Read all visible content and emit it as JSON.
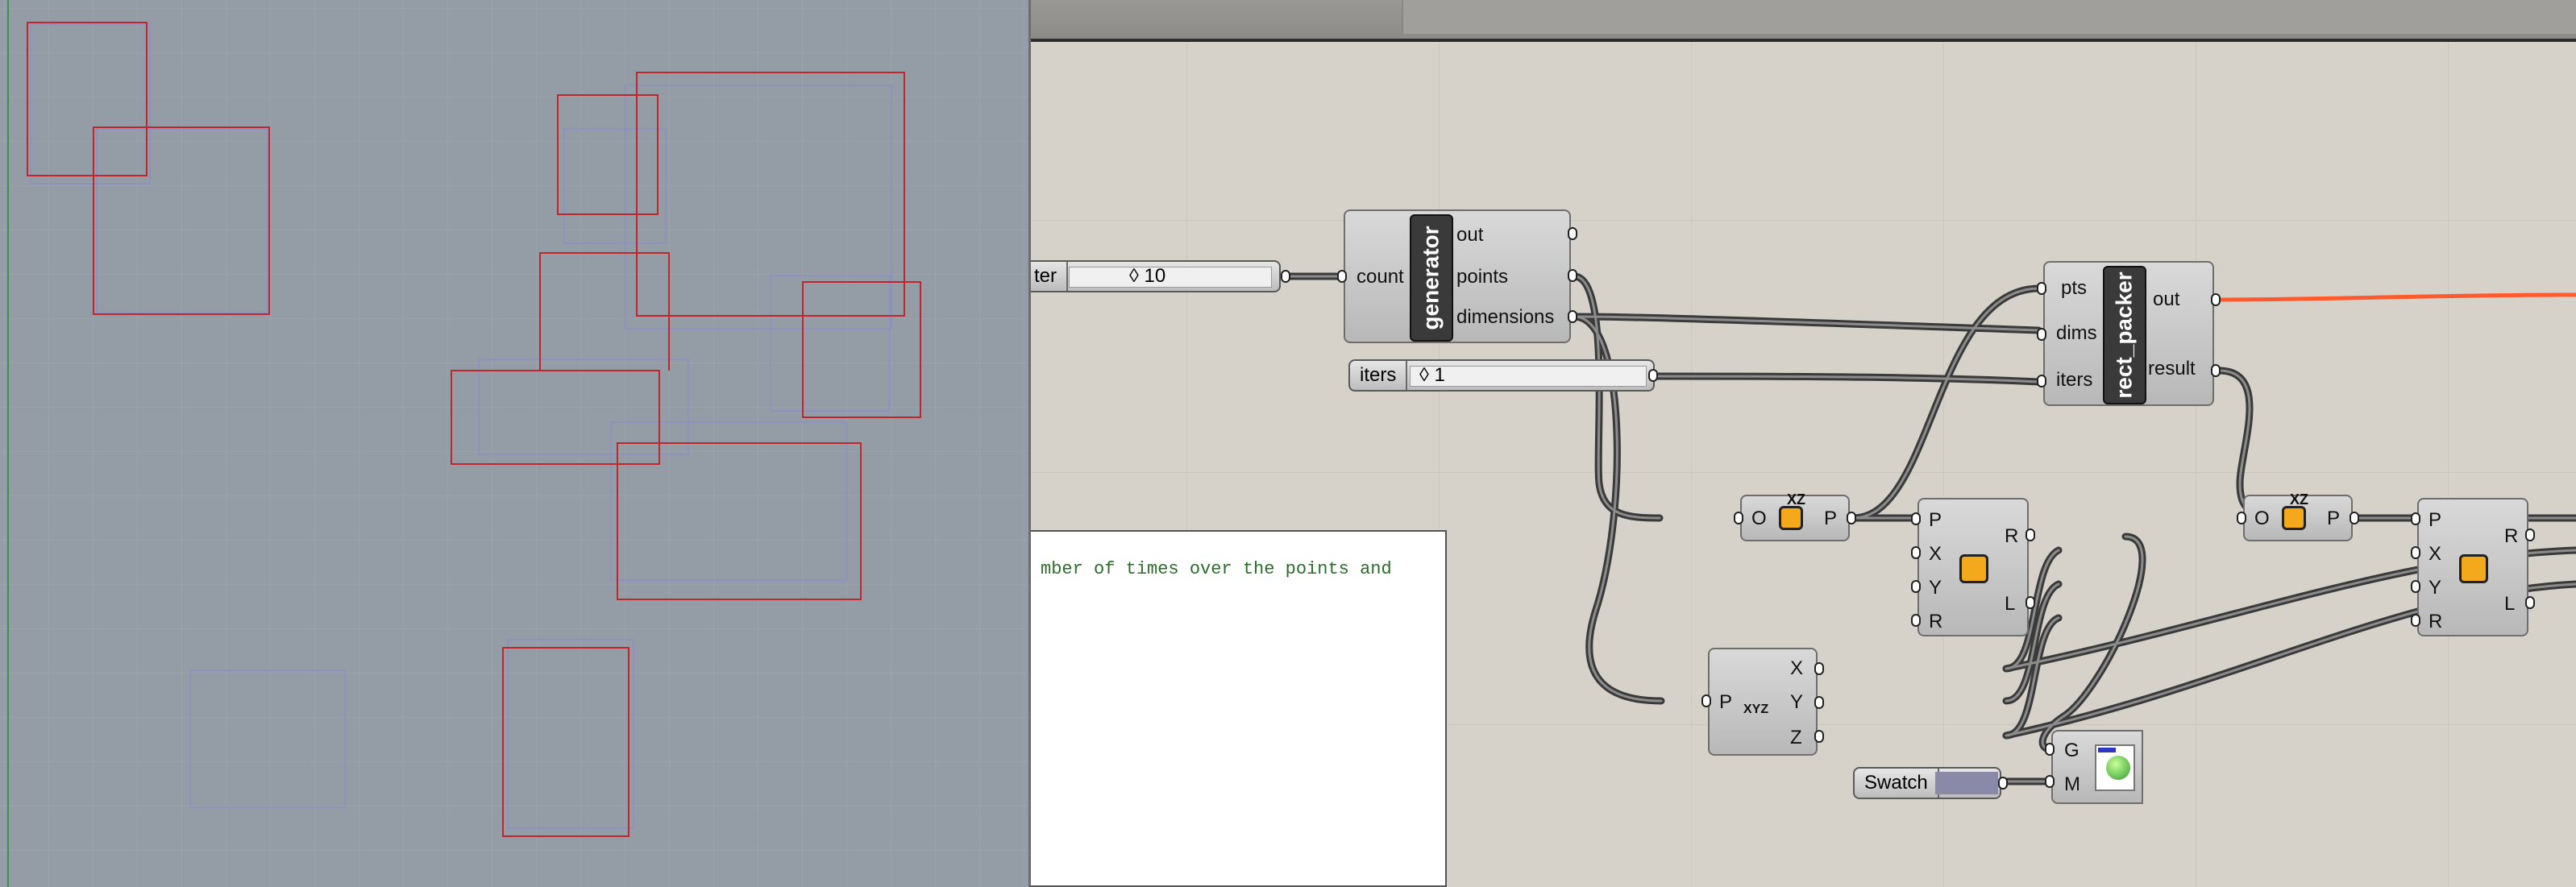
{
  "canvas": {
    "slider_count": {
      "label": "ter",
      "value": "◊ 10"
    },
    "slider_iters": {
      "label": "iters",
      "value": "◊ 1"
    },
    "generator": {
      "name": "generator",
      "input": "count",
      "outputs": [
        "out",
        "points",
        "dimensions"
      ]
    },
    "rect_packer": {
      "name": "rect_packer",
      "inputs": [
        "pts",
        "dims",
        "iters"
      ],
      "outputs": [
        "out",
        "result"
      ]
    },
    "plane1": {
      "in": "O",
      "out": "P",
      "tag": "XZ"
    },
    "plane2": {
      "in": "O",
      "out": "P",
      "tag": "XZ"
    },
    "rect1": {
      "inputs": [
        "P",
        "X",
        "Y",
        "R"
      ],
      "outputs": [
        "R",
        "L"
      ]
    },
    "rect2": {
      "inputs": [
        "P",
        "X",
        "Y",
        "R"
      ],
      "outputs": [
        "R",
        "L"
      ]
    },
    "deconstruct": {
      "in": "P",
      "outputs": [
        "X",
        "Y",
        "Z"
      ],
      "tag": "XYZ"
    },
    "swatch": {
      "label": "Swatch",
      "color": "#8a8aa8"
    },
    "preview": {
      "inputs": [
        "G",
        "M"
      ]
    }
  },
  "panel": {
    "text": "mber of times over the points and"
  },
  "colors": {
    "viewport_bg": "#949ca6",
    "canvas_bg": "#d6d2ca",
    "rect_red": "#c0262c",
    "rect_blue": "#8c93bd",
    "wire_selected": "#ff5a2e"
  }
}
